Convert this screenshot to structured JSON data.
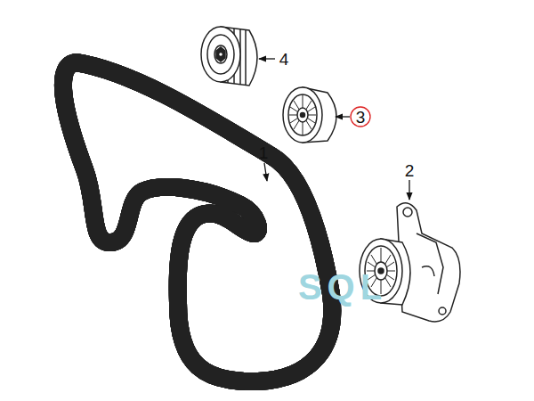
{
  "diagram": {
    "labels": [
      "4",
      "3",
      "1",
      "2",
      "SQL"
    ]
  }
}
